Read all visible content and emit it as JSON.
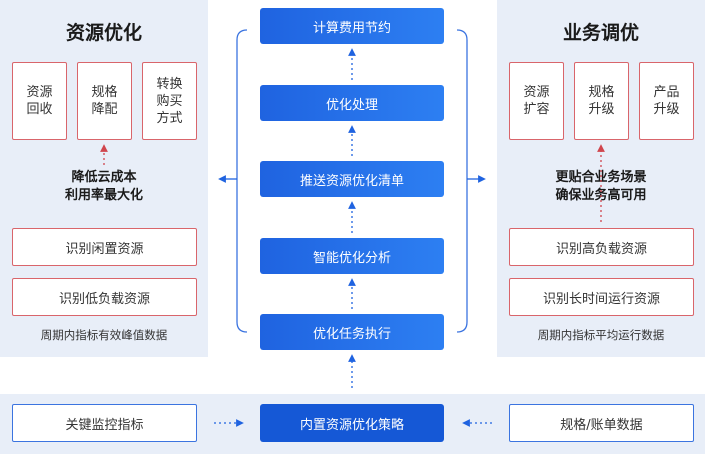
{
  "left": {
    "title": "资源优化",
    "boxes": [
      "资源回收",
      "规格降配",
      "转换购买方式"
    ],
    "goal_line1": "降低云成本",
    "goal_line2": "利用率最大化",
    "items": [
      "识别闲置资源",
      "识别低负载资源"
    ],
    "note": "周期内指标有效峰值数据"
  },
  "right": {
    "title": "业务调优",
    "boxes": [
      "资源扩容",
      "规格升级",
      "产品升级"
    ],
    "goal_line1": "更贴合业务场景",
    "goal_line2": "确保业务高可用",
    "items": [
      "识别高负载资源",
      "识别长时间运行资源"
    ],
    "note": "周期内指标平均运行数据"
  },
  "center": {
    "steps": [
      "计算费用节约",
      "优化处理",
      "推送资源优化清单",
      "智能优化分析",
      "优化任务执行"
    ]
  },
  "bottom": {
    "left_label": "关键监控指标",
    "center_label": "内置资源优化策略",
    "right_label": "规格/账单数据"
  },
  "colors": {
    "primary_blue": "#1f63e0",
    "panel_bg": "#e8eef8",
    "accent_red": "#d9656b"
  }
}
